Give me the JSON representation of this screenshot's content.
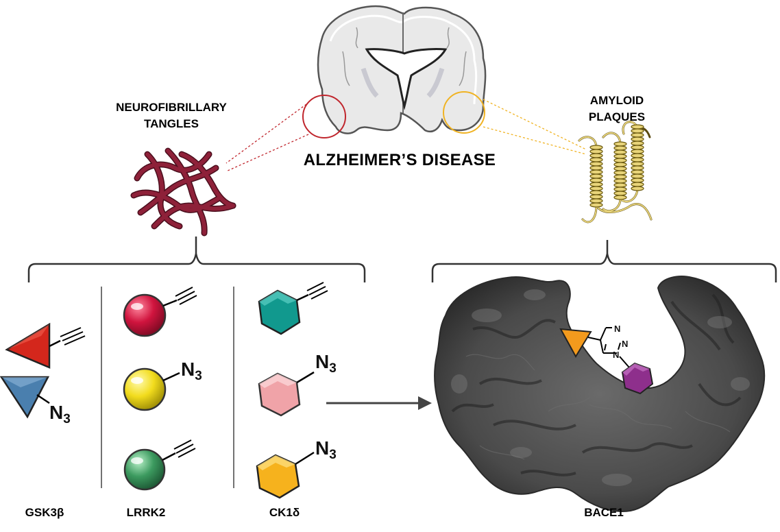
{
  "labels": {
    "disease": "ALZHEIMER’S DISEASE",
    "tangles_line1": "NEUROFIBRILLARY",
    "tangles_line2": "TANGLES",
    "plaques_line1": "AMYLOID",
    "plaques_line2": "PLAQUES",
    "target_gsk": "GSK3β",
    "target_lrrk": "LRRK2",
    "target_ck": "CK1δ",
    "target_bace": "BACE1"
  },
  "chem": {
    "azide_main": "N",
    "azide_sub": "3",
    "triazole_n1": "N",
    "triazole_n2": "N",
    "triazole_n3": "N"
  },
  "colors": {
    "tangles_highlight": "#c0262d",
    "plaques_highlight": "#f0b323",
    "tangle_fill": "#8e2139",
    "plaque_fill": "#e8d47a",
    "red_triangle": "#d4271c",
    "blue_triangle": "#4a7fae",
    "red_sphere": "#d0143e",
    "yellow_sphere": "#f2dc1d",
    "green_sphere": "#3c9a5f",
    "teal_hexagon": "#11998e",
    "pink_hexagon": "#f0a3a8",
    "orange_hexagon": "#f6b21d",
    "orange_triangle": "#f39a1d",
    "purple_hexagon": "#8e2f8c",
    "protein": "#4a4a4a"
  }
}
